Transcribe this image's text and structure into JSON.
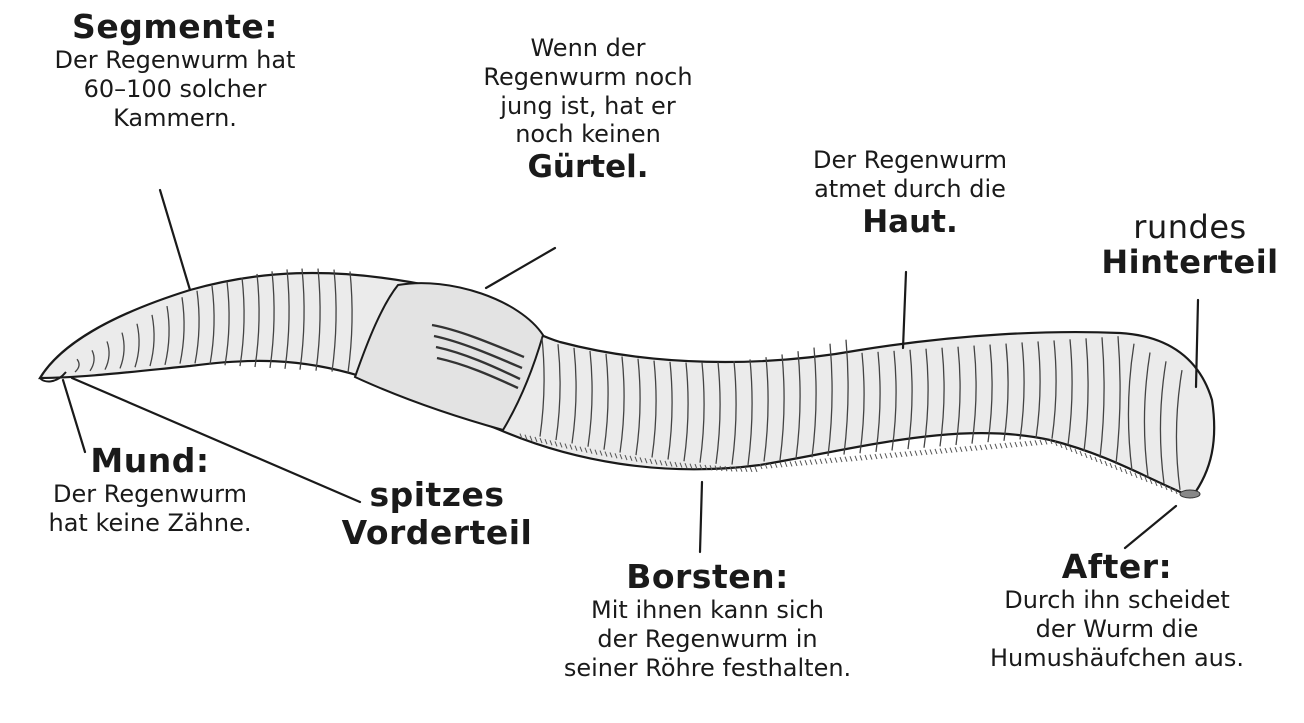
{
  "labels": {
    "segmente": {
      "title": "Segmente:",
      "text": "Der Regenwurm hat\n60–100 solcher\nKammern."
    },
    "guertel": {
      "text": "Wenn der\nRegenwurm noch\njung ist, hat er\nnoch keinen",
      "bold": "Gürtel."
    },
    "haut": {
      "text": "Der Regenwurm\natmet durch die",
      "bold": "Haut."
    },
    "hinterteil": {
      "line1": "rundes",
      "line2": "Hinterteil"
    },
    "mund": {
      "title": "Mund:",
      "text": "Der Regenwurm\nhat keine Zähne."
    },
    "vorderteil": {
      "line1": "spitzes",
      "line2": "Vorderteil"
    },
    "borsten": {
      "title": "Borsten:",
      "text": "Mit ihnen kann sich\nder Regenwurm in\nseiner Röhre festhalten."
    },
    "after": {
      "title": "After:",
      "text": "Durch ihn scheidet\nder Wurm die\nHumushäufchen aus."
    }
  },
  "colors": {
    "ink": "#1a1a1a",
    "body_fill": "#ebebeb",
    "clitellum_fill": "#e3e3e3"
  }
}
